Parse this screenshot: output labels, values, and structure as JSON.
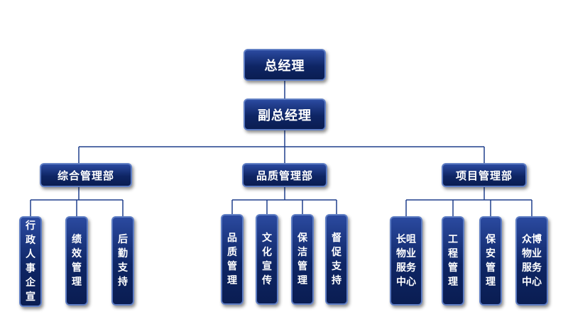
{
  "chart": {
    "ceo": "总经理",
    "deputy": "副总经理",
    "departments": [
      {
        "name": "综合管理部",
        "units": [
          "行政人事企宣",
          "绩效管理",
          "后勤支持"
        ]
      },
      {
        "name": "品质管理部",
        "units": [
          "品质管理",
          "文化宣传",
          "保洁管理",
          "督促支持"
        ]
      },
      {
        "name": "项目管理部",
        "units": [
          "长咀物业服务中心",
          "工程管理",
          "保安管理",
          "众博物业服务中心"
        ]
      }
    ]
  }
}
